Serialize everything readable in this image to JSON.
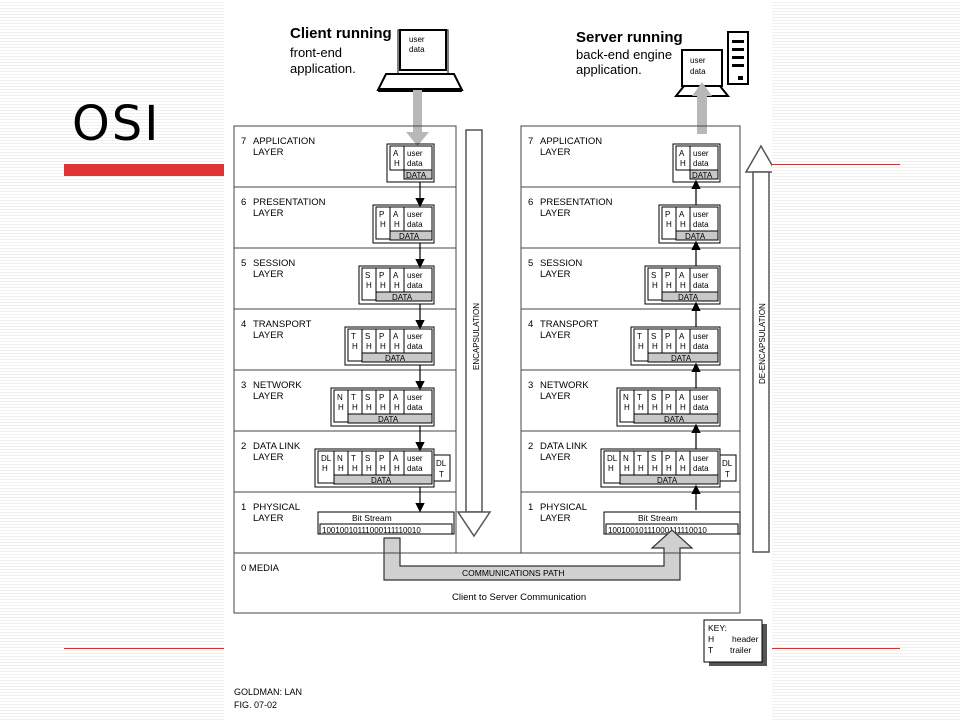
{
  "slide": {
    "title": "OSI"
  },
  "client": {
    "heading": "Client running",
    "sub1": "front-end",
    "sub2": "application.",
    "screen_line1": "user",
    "screen_line2": "data"
  },
  "server": {
    "heading": "Server running",
    "sub1": "back-end engine",
    "sub2": "application.",
    "screen_line1": "user",
    "screen_line2": "data"
  },
  "layers": [
    {
      "num": "7",
      "name1": "APPLICATION",
      "name2": "LAYER"
    },
    {
      "num": "6",
      "name1": "PRESENTATION",
      "name2": "LAYER"
    },
    {
      "num": "5",
      "name1": "SESSION",
      "name2": "LAYER"
    },
    {
      "num": "4",
      "name1": "TRANSPORT",
      "name2": "LAYER"
    },
    {
      "num": "3",
      "name1": "NETWORK",
      "name2": "LAYER"
    },
    {
      "num": "2",
      "name1": "DATA LINK",
      "name2": "LAYER"
    },
    {
      "num": "1",
      "name1": "PHYSICAL",
      "name2": "LAYER"
    }
  ],
  "media_label": "0 MEDIA",
  "headers": {
    "A": [
      "A",
      "H"
    ],
    "P": [
      "P",
      "H"
    ],
    "S": [
      "S",
      "H"
    ],
    "T": [
      "T",
      "H"
    ],
    "N": [
      "N",
      "H"
    ],
    "DL": [
      "DL",
      "H"
    ],
    "DLT": [
      "DL",
      "T"
    ]
  },
  "user_data": [
    "user",
    "data"
  ],
  "data_label": "DATA",
  "bit_stream_label": "Bit Stream",
  "bits": "10010010111000111110010",
  "encapsulation": "ENCAPSULATION",
  "deencapsulation": "DE-ENCAPSULATION",
  "comm_path": "COMMUNICATIONS PATH",
  "caption": "Client to Server Communication",
  "key": {
    "title": "KEY:",
    "h_code": "H",
    "h_text": "header",
    "t_code": "T",
    "t_text": "trailer"
  },
  "footer": {
    "line1": "GOLDMAN:  LAN",
    "line2": "FIG.  07-02"
  },
  "colors": {
    "accent_red": "#e03434",
    "arrow_gray": "#b8b8b8",
    "data_gray": "#c8c8c8"
  }
}
